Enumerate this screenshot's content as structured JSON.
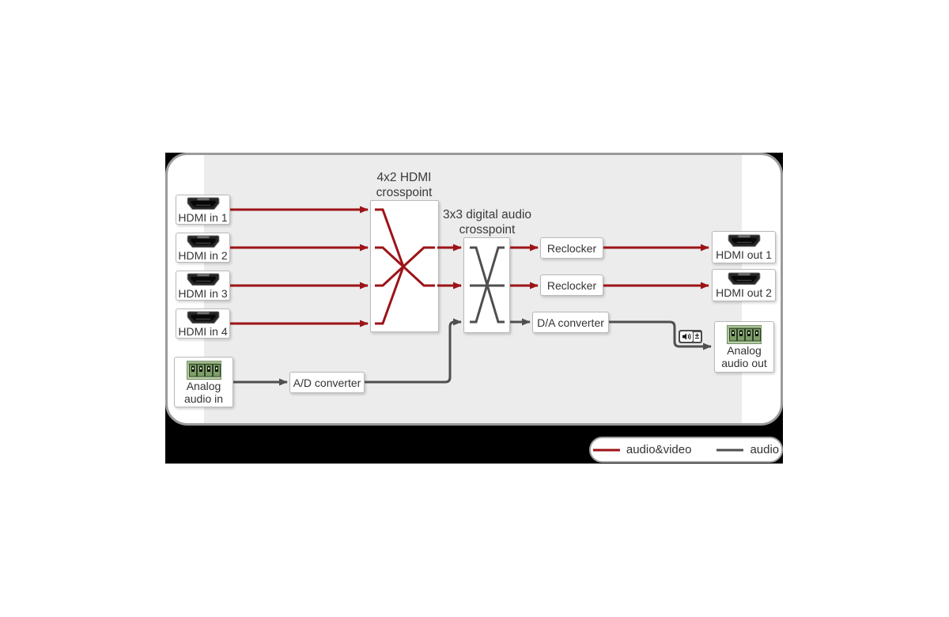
{
  "panel": {
    "inputs": {
      "hdmi": [
        "HDMI in 1",
        "HDMI in 2",
        "HDMI in 3",
        "HDMI in 4"
      ],
      "analog": {
        "line1": "Analog",
        "line2": "audio in"
      }
    },
    "crosspoints": {
      "hdmi": {
        "title_line1": "4x2 HDMI",
        "title_line2": "crosspoint"
      },
      "audio": {
        "title_line1": "3x3 digital audio",
        "title_line2": "crosspoint"
      }
    },
    "processors": {
      "reclocker1": "Reclocker",
      "reclocker2": "Reclocker",
      "da_converter": "D/A converter",
      "ad_converter": "A/D converter"
    },
    "outputs": {
      "hdmi": [
        "HDMI out 1",
        "HDMI out 2"
      ],
      "analog": {
        "line1": "Analog",
        "line2": "audio out"
      },
      "volume_symbol": "±"
    }
  },
  "legend": {
    "items": [
      {
        "label": "audio&video",
        "color": "#9d1317"
      },
      {
        "label": "audio",
        "color": "#4f4f4f"
      }
    ]
  },
  "colors": {
    "audio_video": "#9d1317",
    "audio": "#4f4f4f",
    "panel_bg": "#ececec",
    "backdrop": "#000000"
  }
}
